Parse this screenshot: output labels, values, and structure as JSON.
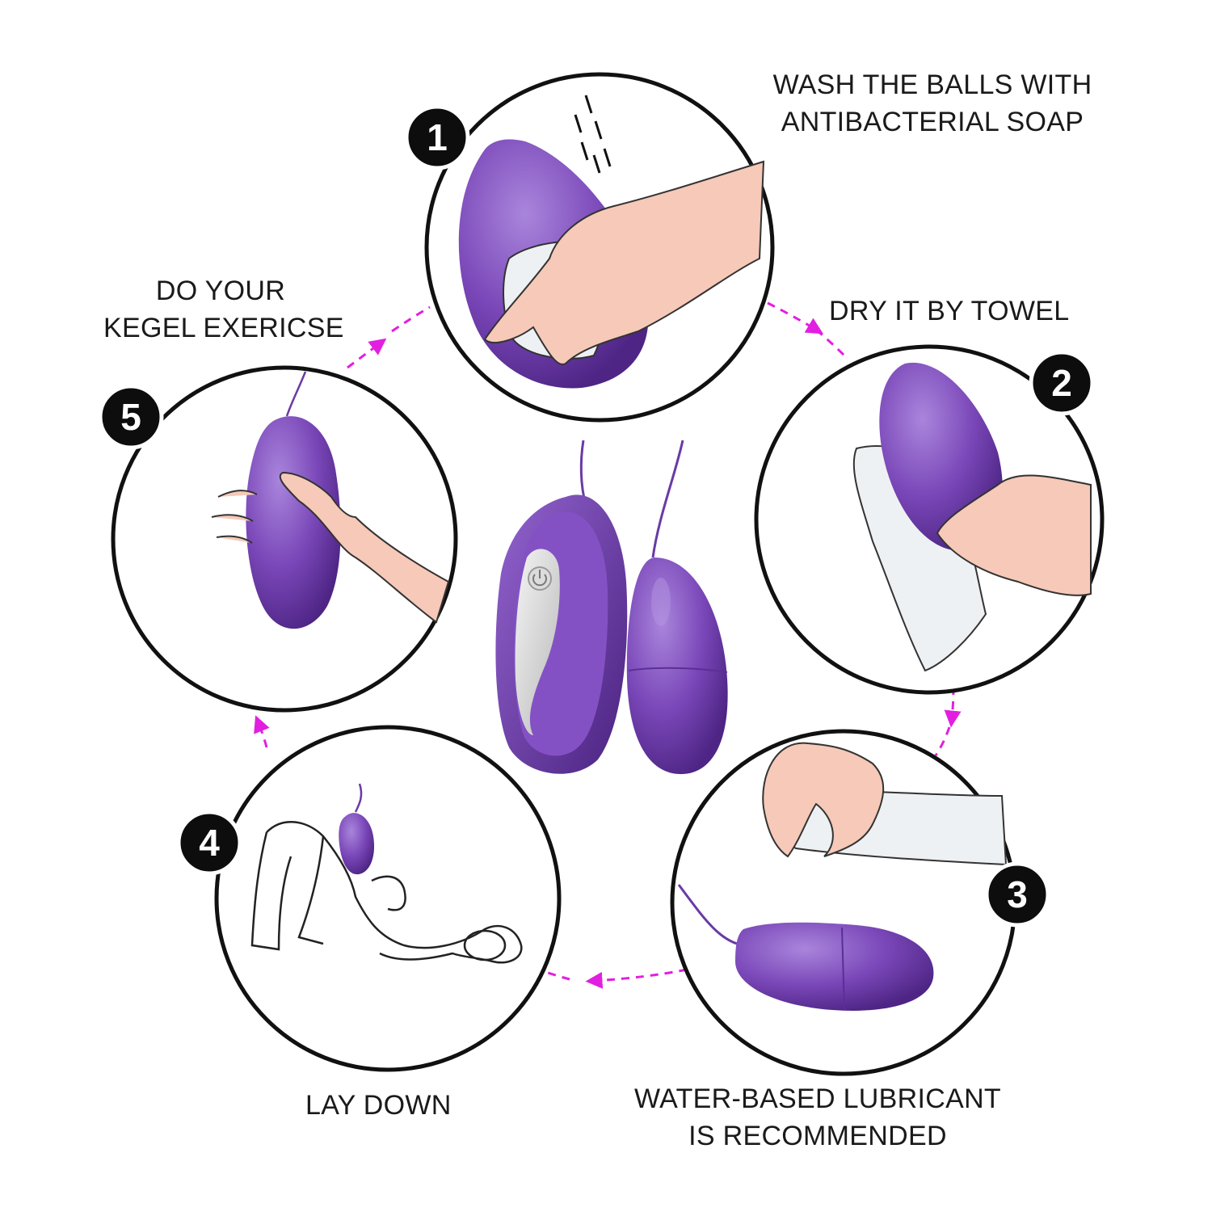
{
  "steps": [
    {
      "number": "1",
      "caption_lines": [
        "WASH THE BALLS WITH",
        "ANTIBACTERIAL SOAP"
      ]
    },
    {
      "number": "2",
      "caption_lines": [
        "DRY IT BY TOWEL"
      ]
    },
    {
      "number": "3",
      "caption_lines": [
        "WATER-BASED LUBRICANT",
        "IS RECOMMENDED"
      ]
    },
    {
      "number": "4",
      "caption_lines": [
        "LAY DOWN"
      ]
    },
    {
      "number": "5",
      "caption_lines": [
        "DO YOUR",
        "KEGEL EXERICSE"
      ]
    }
  ],
  "colors": {
    "product_purple": "#7a47b8",
    "product_purple_dark": "#5b2f95",
    "product_highlight": "#a985dc",
    "arrow_magenta": "#e21fe0",
    "skin": "#f6c9b8",
    "cloth": "#eef1f3",
    "outline": "#111111"
  },
  "icons": {
    "power_button": "power-icon",
    "arrows": "dashed-curved-arrow-icon"
  }
}
